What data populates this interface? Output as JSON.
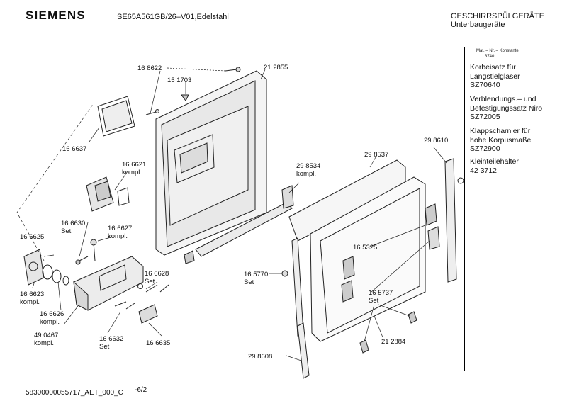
{
  "header": {
    "brand": "SIEMENS",
    "model": "SE65A561GB/26–V01,Edelstahl",
    "category_line1": "GESCHIRRSPÜLGERÄTE",
    "category_line2": "Unterbaugeräte"
  },
  "sidebar": {
    "head_line1": "Mat. – Nr. – Konstante",
    "head_line2": "3740  .  .  .  .  .",
    "blocks": [
      {
        "lines": [
          "Korbeisatz für",
          "Langstielgläser",
          "SZ70640"
        ]
      },
      {
        "lines": [
          "Verblendungs.– und",
          "Befestigungssatz Niro",
          "SZ72005"
        ]
      },
      {
        "lines": [
          "Klappscharnier für",
          "hohe Korpusmaße",
          "SZ72900"
        ]
      },
      {
        "lines": [
          "Kleinteilehalter",
          "42 3712"
        ]
      }
    ]
  },
  "labels": {
    "p168622": "16 8622",
    "p151703": "15 1703",
    "p212855": "21 2855",
    "p166637": "16 6637",
    "p166621a": "16 6621",
    "p166621b": "kompl.",
    "p298534a": "29 8534",
    "p298534b": "kompl.",
    "p298537": "29 8537",
    "p298610": "29 8610",
    "p166630a": "16 6630",
    "p166630b": "Set",
    "p166627a": "16 6627",
    "p166627b": "kompl.",
    "p166625": "16 6625",
    "p165325": "16 5325",
    "p166623a": "16 6623",
    "p166623b": "kompl.",
    "p166628a": "16 6628",
    "p166628b": "Set",
    "p165770a": "16 5770",
    "p165770b": "Set",
    "p165737a": "16 5737",
    "p165737b": "Set",
    "p166626a": "16 6626",
    "p166626b": "kompl.",
    "p490467a": "49 0467",
    "p490467b": "kompl.",
    "p166632a": "16 6632",
    "p166632b": "Set",
    "p166635": "16 6635",
    "p212884": "21 2884",
    "p298608": "29 8608"
  },
  "footer": {
    "doc_id": "58300000055717_AET_000_C",
    "page": "-6/2"
  }
}
